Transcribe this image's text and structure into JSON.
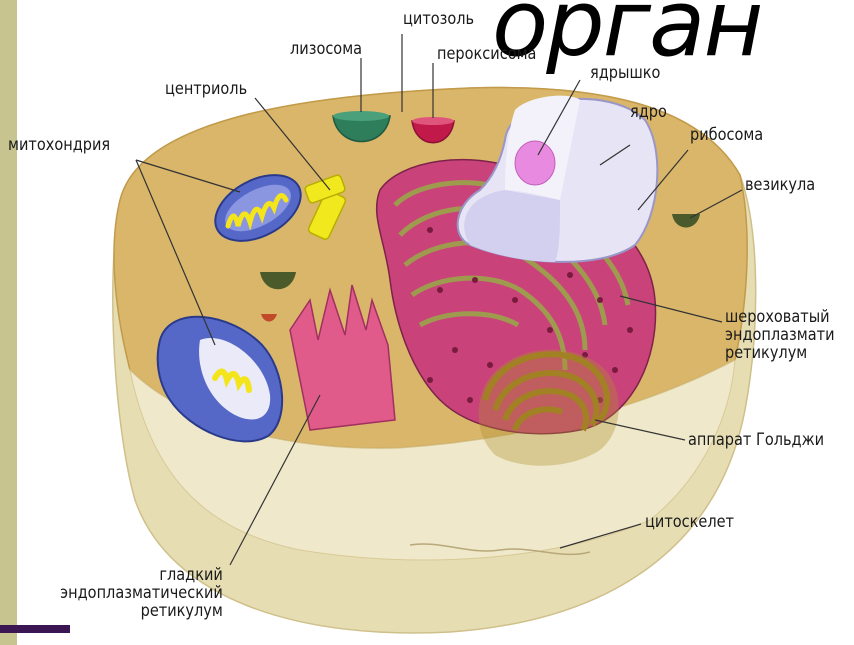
{
  "slide": {
    "title_fragment": "орган",
    "accent_bar_color": "#c7c48f",
    "accent_line_color": "#3b1652"
  },
  "labels": {
    "cytosol": "цитозоль",
    "lysosome": "лизосома",
    "peroxisome": "пероксисома",
    "nucleolus": "ядрышко",
    "centriole": "центриоль",
    "nucleus": "ядро",
    "ribosome": "рибосома",
    "mitochondria": "митохондрия",
    "vesicle": "везикула",
    "rough_er": "шероховатый\nэндоплазмати\nретикулум",
    "golgi": "аппарат Гольджи",
    "cytoskeleton": "цитоскелет",
    "smooth_er": "гладкий\nэндоплазматический\nретикулум"
  },
  "colors": {
    "cytoplasm": "#d9b66a",
    "membrane": "#e8dcb0",
    "lysosome": "#2e7d5b",
    "peroxisome": "#c0194a",
    "nucleus": "#e6e4f5",
    "nucleolus": "#e88be0",
    "mitochondria": "#5568c8",
    "centriole": "#f2e81e",
    "er": "#c9427a",
    "golgi": "#9a7a1e"
  }
}
